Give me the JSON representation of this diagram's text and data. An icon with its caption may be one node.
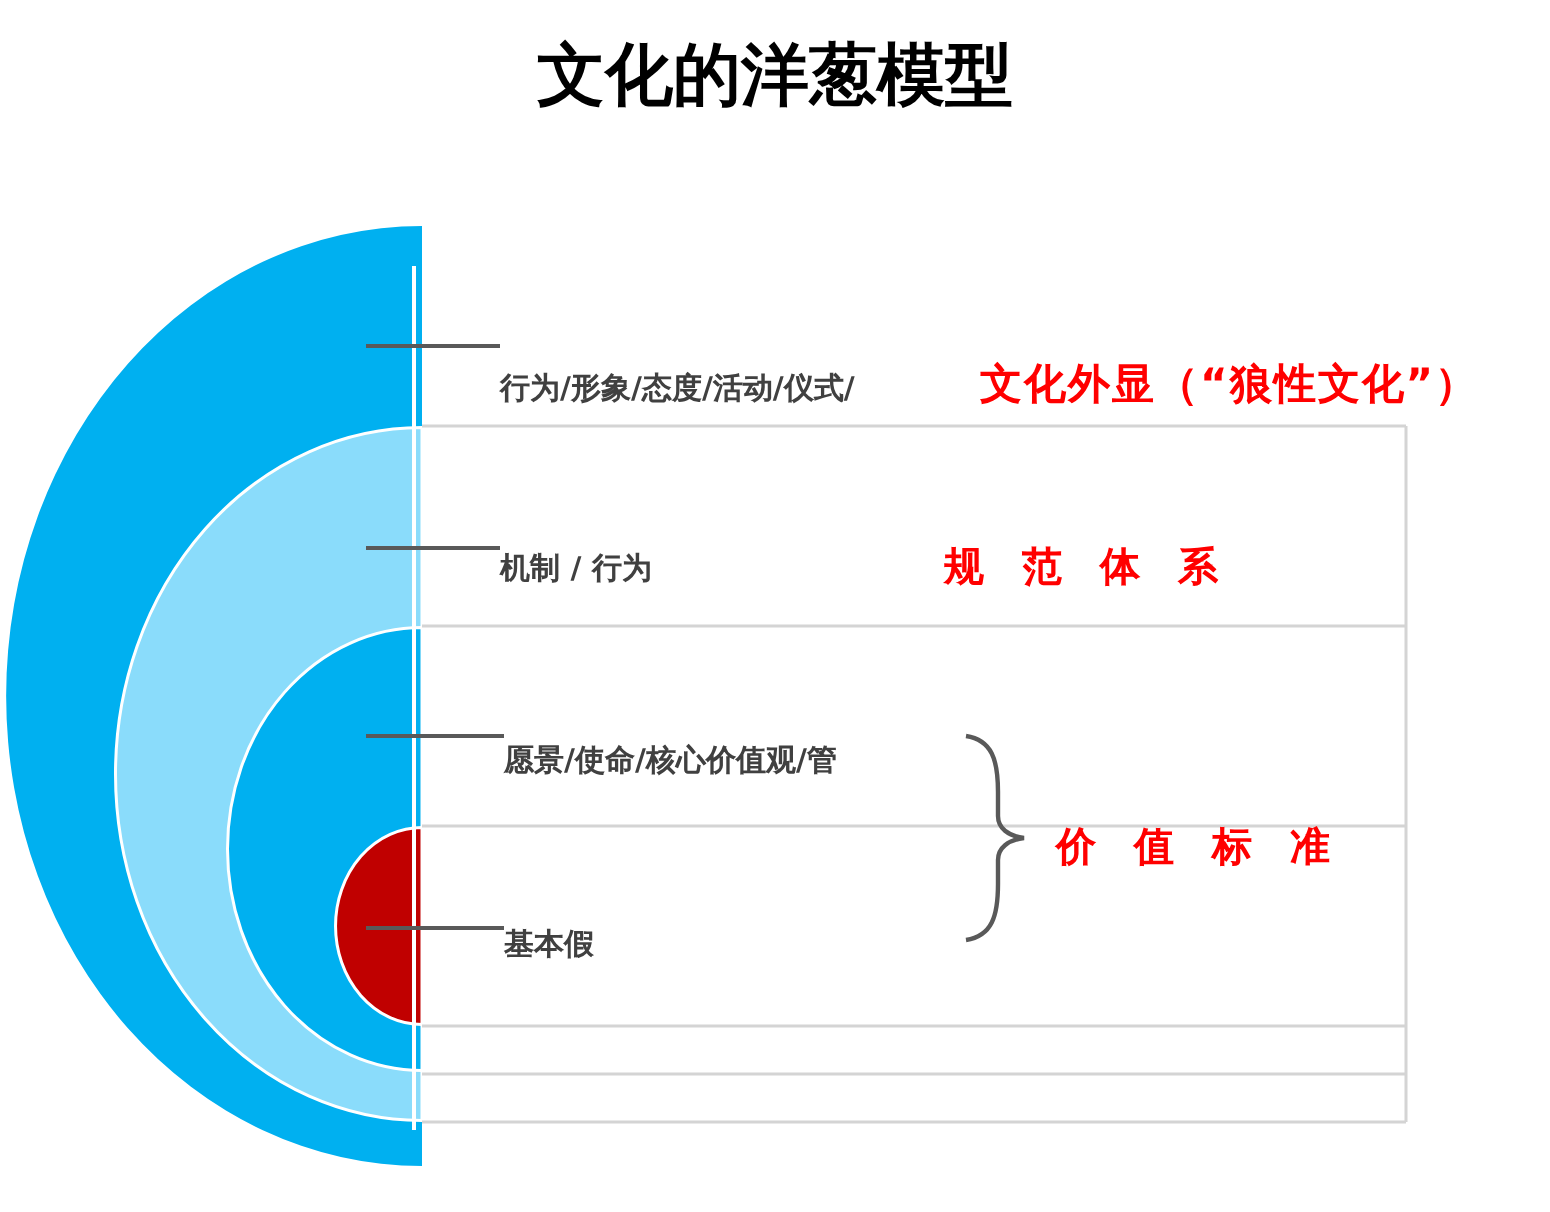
{
  "diagram": {
    "title": "文化的洋葱模型",
    "nodes": [
      {
        "text": [],
        "shape": "semicircle"
      },
      {
        "text": [],
        "shape": "semicircle",
        "in": 0
      },
      {
        "text": [],
        "shape": "semicircle",
        "in": 1
      },
      {
        "text": [],
        "shape": "semicircle",
        "in": 2
      },
      {
        "text": [
          "行为/形象/态度/活动/仪式/"
        ]
      },
      {
        "text": [
          "机制 / 行为"
        ]
      },
      {
        "text": [
          "愿景/使命/核心价值观/管"
        ]
      },
      {
        "text": [
          "基本假"
        ]
      }
    ],
    "edges": [
      {
        "from": 4,
        "to": 0,
        "arrow": "none"
      },
      {
        "from": 5,
        "to": 1,
        "arrow": "none"
      },
      {
        "from": 6,
        "to": 2,
        "arrow": "none"
      },
      {
        "from": 7,
        "to": 3,
        "arrow": "none"
      }
    ],
    "labels": [
      "文化外显（“狼性文化”）",
      "规 范 体 系",
      "价 值 标 准"
    ]
  }
}
